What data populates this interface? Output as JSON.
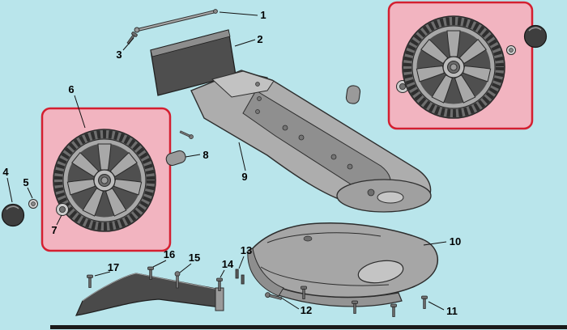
{
  "diagram": {
    "type": "exploded-parts-diagram",
    "callouts": [
      {
        "label": "1"
      },
      {
        "label": "2"
      },
      {
        "label": "3"
      },
      {
        "label": "4"
      },
      {
        "label": "5"
      },
      {
        "label": "6"
      },
      {
        "label": "7"
      },
      {
        "label": "8"
      },
      {
        "label": "9"
      },
      {
        "label": "10"
      },
      {
        "label": "11"
      },
      {
        "label": "12"
      },
      {
        "label": "13"
      },
      {
        "label": "14"
      },
      {
        "label": "15"
      },
      {
        "label": "16"
      },
      {
        "label": "17"
      }
    ],
    "highlighted_parts": [
      "6",
      "wheel-right"
    ],
    "colors": {
      "background": "#b9e5eb",
      "highlight_fill": "#f2b4c0",
      "highlight_border": "#d41f30",
      "part_light": "#b5b5b5",
      "part_mid": "#9a9a9a",
      "part_dark": "#4a4a4a",
      "outline": "#2a2a2a"
    }
  }
}
